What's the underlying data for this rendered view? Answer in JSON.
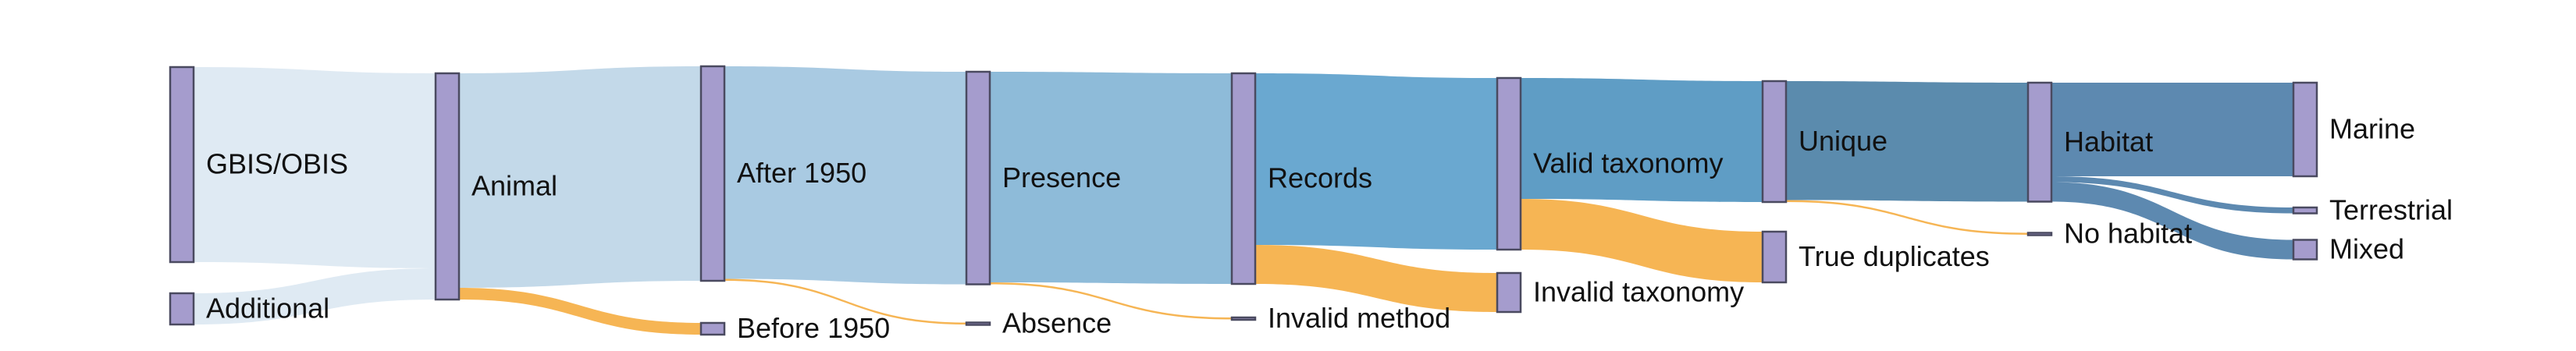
{
  "chart_data": {
    "type": "sankey",
    "title": "",
    "units": "",
    "colors": {
      "node_fill": "#a59ccd",
      "node_stroke": "#4a4a60",
      "excluded_flow": "#f5b14b",
      "background": "#ffffff"
    },
    "stages": [
      {
        "nodes": [
          {
            "id": "gbis",
            "label": "GBIS/OBIS",
            "value": 100
          },
          {
            "id": "additional",
            "label": "Additional",
            "value": 16
          }
        ]
      },
      {
        "nodes": [
          {
            "id": "animal",
            "label": "Animal",
            "value": 116
          }
        ]
      },
      {
        "nodes": [
          {
            "id": "after1950",
            "label": "After 1950",
            "value": 110
          },
          {
            "id": "before1950",
            "label": "Before 1950",
            "value": 6
          }
        ]
      },
      {
        "nodes": [
          {
            "id": "presence",
            "label": "Presence",
            "value": 109
          },
          {
            "id": "absence",
            "label": "Absence",
            "value": 1
          }
        ]
      },
      {
        "nodes": [
          {
            "id": "records",
            "label": "Records",
            "value": 108
          },
          {
            "id": "invalidmethod",
            "label": "Invalid method",
            "value": 1
          }
        ]
      },
      {
        "nodes": [
          {
            "id": "validtax",
            "label": "Valid taxonomy",
            "value": 88
          },
          {
            "id": "invalidtax",
            "label": "Invalid taxonomy",
            "value": 20
          }
        ]
      },
      {
        "nodes": [
          {
            "id": "unique",
            "label": "Unique",
            "value": 62
          },
          {
            "id": "truedup",
            "label": "True duplicates",
            "value": 26
          }
        ]
      },
      {
        "nodes": [
          {
            "id": "habitat",
            "label": "Habitat",
            "value": 61
          },
          {
            "id": "nohabitat",
            "label": "No habitat",
            "value": 1
          }
        ]
      },
      {
        "nodes": [
          {
            "id": "marine",
            "label": "Marine",
            "value": 48
          },
          {
            "id": "terrestrial",
            "label": "Terrestrial",
            "value": 3
          },
          {
            "id": "mixed",
            "label": "Mixed",
            "value": 10
          }
        ]
      }
    ],
    "links": [
      {
        "source": "gbis",
        "target": "animal",
        "value": 100,
        "kind": "main"
      },
      {
        "source": "additional",
        "target": "animal",
        "value": 16,
        "kind": "main"
      },
      {
        "source": "animal",
        "target": "after1950",
        "value": 110,
        "kind": "main"
      },
      {
        "source": "animal",
        "target": "before1950",
        "value": 6,
        "kind": "excluded"
      },
      {
        "source": "after1950",
        "target": "presence",
        "value": 109,
        "kind": "main"
      },
      {
        "source": "after1950",
        "target": "absence",
        "value": 1,
        "kind": "excluded"
      },
      {
        "source": "presence",
        "target": "records",
        "value": 108,
        "kind": "main"
      },
      {
        "source": "presence",
        "target": "invalidmethod",
        "value": 1,
        "kind": "excluded"
      },
      {
        "source": "records",
        "target": "validtax",
        "value": 88,
        "kind": "main"
      },
      {
        "source": "records",
        "target": "invalidtax",
        "value": 20,
        "kind": "excluded"
      },
      {
        "source": "validtax",
        "target": "unique",
        "value": 62,
        "kind": "main"
      },
      {
        "source": "validtax",
        "target": "truedup",
        "value": 26,
        "kind": "excluded"
      },
      {
        "source": "unique",
        "target": "habitat",
        "value": 61,
        "kind": "main"
      },
      {
        "source": "unique",
        "target": "nohabitat",
        "value": 1,
        "kind": "excluded"
      },
      {
        "source": "habitat",
        "target": "marine",
        "value": 48,
        "kind": "main"
      },
      {
        "source": "habitat",
        "target": "terrestrial",
        "value": 3,
        "kind": "main"
      },
      {
        "source": "habitat",
        "target": "mixed",
        "value": 10,
        "kind": "main"
      }
    ],
    "main_flow_colors": {
      "gbis": "#dfeaf3",
      "additional": "#dfeaf3",
      "animal": "#c3d9e9",
      "after1950": "#a9cae2",
      "presence": "#8ebbd9",
      "records": "#6aa8d0",
      "validtax": "#5f9dc5",
      "unique": "#5b8bad",
      "habitat": "#5d89b0"
    }
  }
}
